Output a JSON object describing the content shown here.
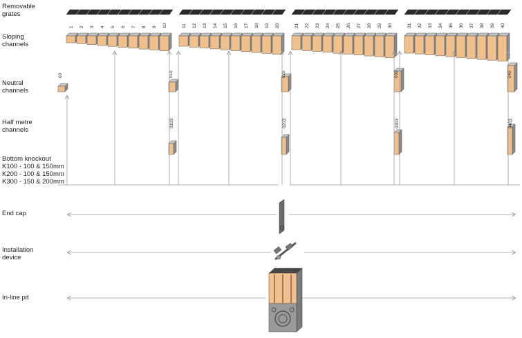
{
  "labels": {
    "grates": [
      "Removable",
      "grates"
    ],
    "sloping": [
      "Sloping",
      "channels"
    ],
    "neutral": [
      "Neutral",
      "channels"
    ],
    "half": [
      "Half metre",
      "channels"
    ],
    "knockout_title": "Bottom knockout",
    "knockout_specs": [
      "K100 - 100 & 150mm",
      "K200 - 100 & 150mm",
      "K300 - 150 & 200mm"
    ],
    "end_cap": "End cap",
    "installation": [
      "Installation",
      "device"
    ],
    "pit": "In-line pit"
  },
  "channel_groups": [
    {
      "numbers": [
        "1",
        "2",
        "3",
        "4",
        "5",
        "6",
        "7",
        "8",
        "9",
        "10"
      ],
      "neutral": "00",
      "half": ""
    },
    {
      "numbers": [
        "11",
        "12",
        "13",
        "14",
        "15",
        "16",
        "17",
        "18",
        "19",
        "20"
      ],
      "neutral": "010",
      "half": "0103"
    },
    {
      "numbers": [
        "21",
        "22",
        "23",
        "24",
        "25",
        "26",
        "27",
        "28",
        "29",
        "30"
      ],
      "neutral": "020",
      "half": "0203"
    },
    {
      "numbers": [
        "31",
        "32",
        "33",
        "34",
        "35",
        "36",
        "37",
        "38",
        "39",
        "40"
      ],
      "neutral": "030",
      "half": "0303"
    }
  ],
  "end_groups": [
    {
      "neutral": "040",
      "half": "0403"
    }
  ],
  "colors": {
    "channel_face": "#f0c08e",
    "channel_side": "#8a8a8a",
    "channel_top": "#c8c8c8",
    "grate": "#2b2b2b",
    "line": "#999999",
    "pit_grey": "#9a9a9a"
  },
  "icons": [
    "end-cap-icon",
    "installation-device-icon",
    "in-line-pit-icon"
  ]
}
